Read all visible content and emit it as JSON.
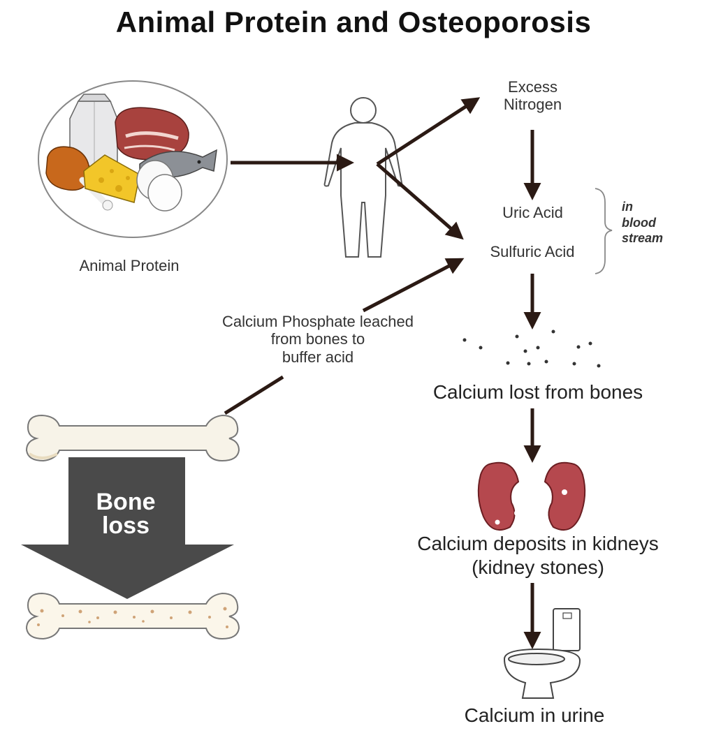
{
  "title": "Animal Protein and Osteoporosis",
  "labels": {
    "animal_protein": "Animal Protein",
    "excess_nitrogen_line1": "Excess",
    "excess_nitrogen_line2": "Nitrogen",
    "uric_acid": "Uric Acid",
    "sulfuric_acid": "Sulfuric Acid",
    "in_blood_stream_line1": "in",
    "in_blood_stream_line2": "blood",
    "in_blood_stream_line3": "stream",
    "calcium_phosphate_line1": "Calcium Phosphate leached",
    "calcium_phosphate_line2": "from bones to",
    "calcium_phosphate_line3": "buffer acid",
    "calcium_lost": "Calcium lost from bones",
    "kidney_deposits_line1": "Calcium deposits in kidneys",
    "kidney_deposits_line2": "(kidney stones)",
    "calcium_urine": "Calcium in urine",
    "bone_loss_line1": "Bone",
    "bone_loss_line2": "loss"
  },
  "colors": {
    "arrow": "#2b1a14",
    "bone_loss_arrow": "#4a4a4a",
    "kidney": "#b5484e",
    "bone": "#f7f3e8"
  }
}
